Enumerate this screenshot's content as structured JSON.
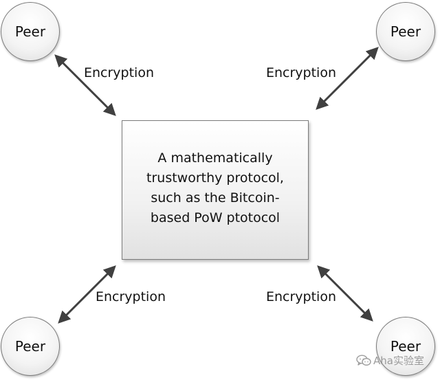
{
  "nodes": {
    "peer_top_left": "Peer",
    "peer_top_right": "Peer",
    "peer_bottom_left": "Peer",
    "peer_bottom_right": "Peer",
    "protocol": {
      "lines": [
        "A mathematically",
        "trustworthy protocol,",
        "such as the Bitcoin-",
        "based PoW ptotocol"
      ]
    }
  },
  "edges": {
    "top_left_label": "Encryption",
    "top_right_label": "Encryption",
    "bottom_left_label": "Encryption",
    "bottom_right_label": "Encryption"
  },
  "watermark": {
    "text": "Aha实验室",
    "icon": "chat-bubbles-icon"
  },
  "colors": {
    "arrow": "#404040",
    "node_border": "#7a7a7a",
    "text": "#111111"
  }
}
